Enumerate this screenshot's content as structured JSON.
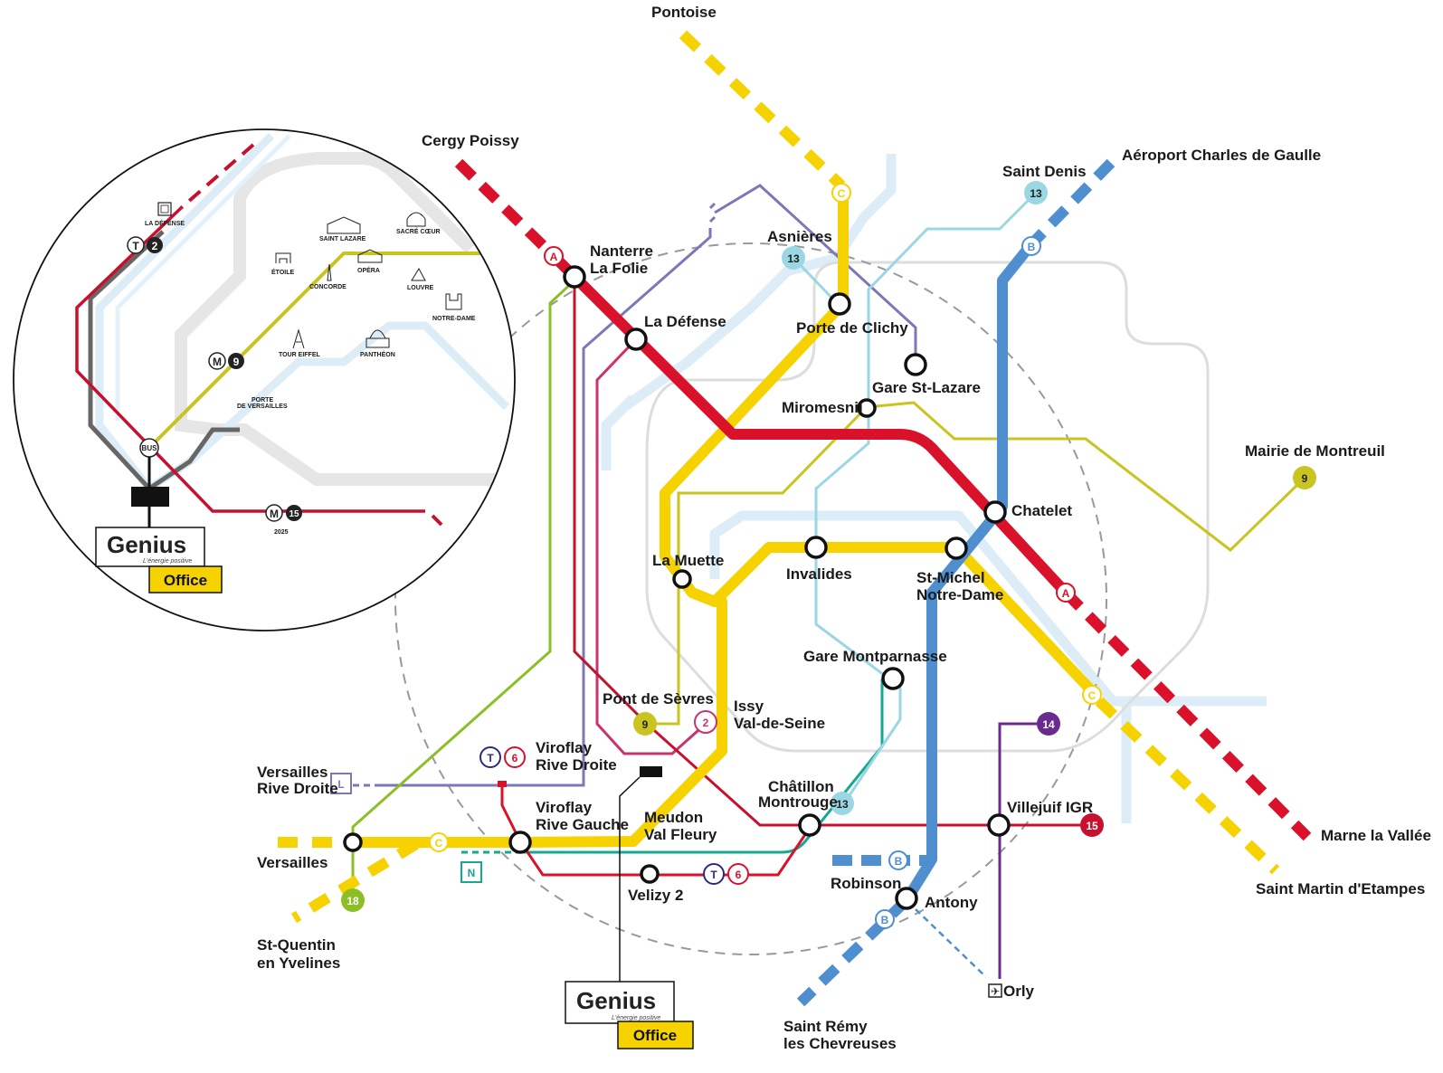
{
  "colors": {
    "rer_a": "#d9112a",
    "rer_b": "#4f8fd0",
    "rer_c": "#f5d200",
    "metro_9": "#c9c41f",
    "metro_13": "#9ad6e3",
    "metro_14": "#6b2a8f",
    "metro_15": "#c8102e",
    "tram_2": "#c9336e",
    "tram_6": "#d9112a",
    "line_l": "#7c78b8",
    "line_n": "#17a890",
    "line_18": "#8cbf26",
    "peripherique": "#dddddd",
    "seine": "#dcedf8"
  },
  "stations": {
    "pontoise": "Pontoise",
    "cergy": "Cergy Poissy",
    "cdg": "Aéroport Charles de Gaulle",
    "saint_denis": "Saint Denis",
    "asnieres": "Asnières",
    "nanterre": [
      "Nanterre",
      "La Folie"
    ],
    "la_defense": "La Défense",
    "porte_clichy": "Porte de Clichy",
    "gare_st_lazare": "Gare St-Lazare",
    "miromesnil": "Miromesnil",
    "mairie_montreuil": "Mairie de Montreuil",
    "chatelet": "Chatelet",
    "la_muette": "La Muette",
    "invalides": "Invalides",
    "st_michel": [
      "St-Michel",
      "Notre-Dame"
    ],
    "gare_montparnasse": "Gare Montparnasse",
    "pont_sevres": "Pont de Sèvres",
    "issy": [
      "Issy",
      "Val-de-Seine"
    ],
    "viroflay_rd": [
      "Viroflay",
      "Rive Droite"
    ],
    "versailles_rd": [
      "Versailles",
      "Rive Droite"
    ],
    "viroflay_rg": [
      "Viroflay",
      "Rive Gauche"
    ],
    "meudon": [
      "Meudon",
      "Val Fleury"
    ],
    "chatillon": [
      "Châtillon",
      "Montrouge"
    ],
    "villejuif": "Villejuif IGR",
    "marne": "Marne la Vallée",
    "versailles": "Versailles",
    "robinson": "Robinson",
    "antony": "Antony",
    "velizy": "Velizy 2",
    "saint_martin": "Saint Martin d'Etampes",
    "st_quentin": [
      "St-Quentin",
      "en Yvelines"
    ],
    "orly": "Orly",
    "saint_remy": [
      "Saint Rémy",
      "les Chevreuses"
    ]
  },
  "badges": {
    "a": "A",
    "b": "B",
    "c": "C",
    "n": "N",
    "l": "L",
    "t": "T",
    "m": "M",
    "m9": "9",
    "m13": "13",
    "m14": "14",
    "m15": "15",
    "t2": "2",
    "t6": "6",
    "r18": "18"
  },
  "inset": {
    "landmarks": {
      "la_defense": "LA DÉFENSE",
      "saint_lazare": "SAINT LAZARE",
      "sacre_coeur": "SACRÉ CŒUR",
      "etoile": "ÉTOILE",
      "opera": "OPÉRA",
      "concorde": "CONCORDE",
      "louvre": "LOUVRE",
      "notre_dame": "NOTRE-DAME",
      "tour_eiffel": "TOUR EIFFEL",
      "pantheon": "PANTHÉON",
      "porte_versailles": [
        "PORTE",
        "DE VERSAILLES"
      ]
    },
    "bus": "BUS",
    "year": "2025"
  },
  "brand": {
    "name": "Genius",
    "tagline": "L'énergie positive",
    "office": "Office"
  }
}
